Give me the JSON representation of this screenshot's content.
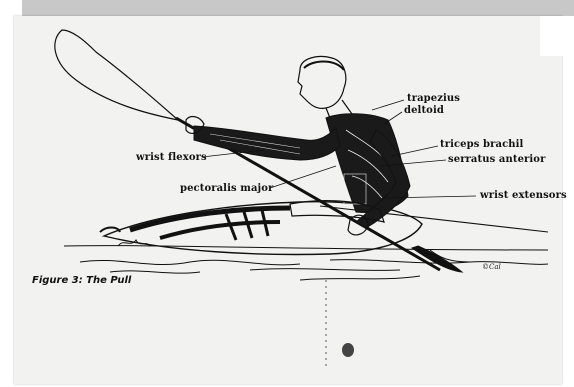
{
  "figure": {
    "caption": "Figure 3: The Pull",
    "signature": "©Cal"
  },
  "labels": {
    "trapezius": "trapezius",
    "deltoid": "deltoid",
    "triceps": "triceps brachil",
    "serratus": "serratus anterior",
    "wrist_flexors": "wrist flexors",
    "pectoralis": "pectoralis major",
    "wrist_extensors": "wrist extensors"
  }
}
